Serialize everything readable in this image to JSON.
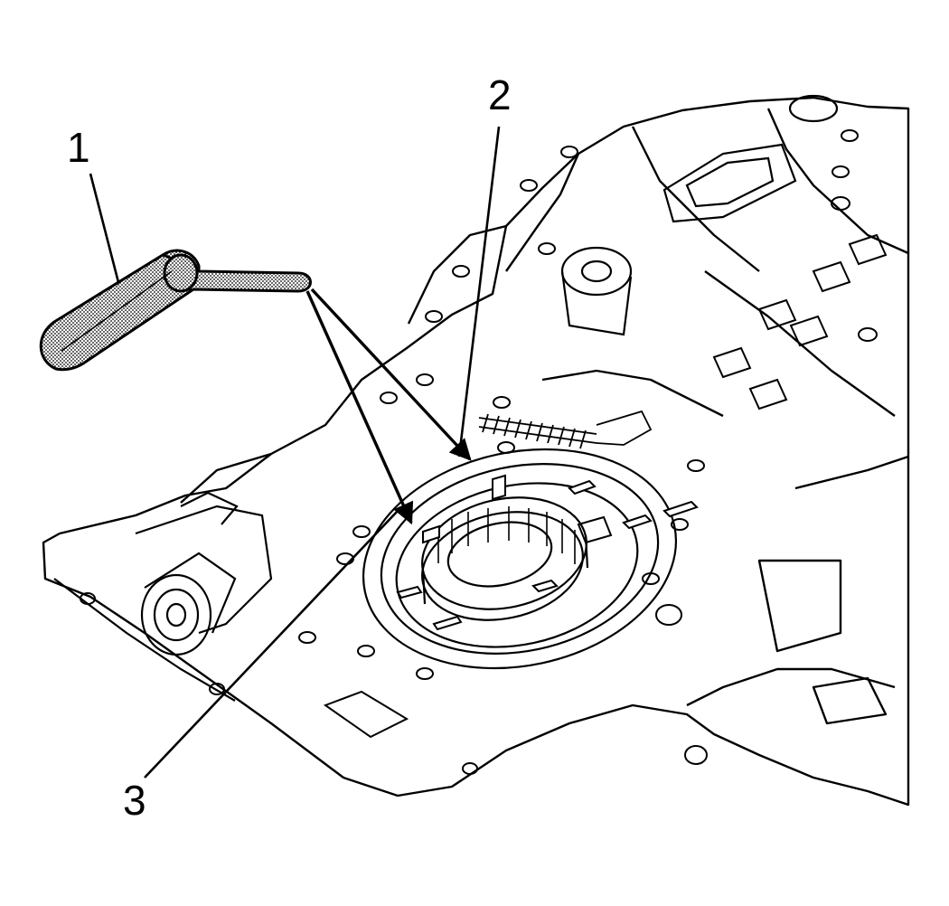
{
  "callouts": [
    {
      "id": "1",
      "label": "1"
    },
    {
      "id": "2",
      "label": "2"
    },
    {
      "id": "3",
      "label": "3"
    }
  ],
  "colors": {
    "line": "#000000",
    "background": "#ffffff",
    "tool_fill": "#b5b5b5"
  }
}
